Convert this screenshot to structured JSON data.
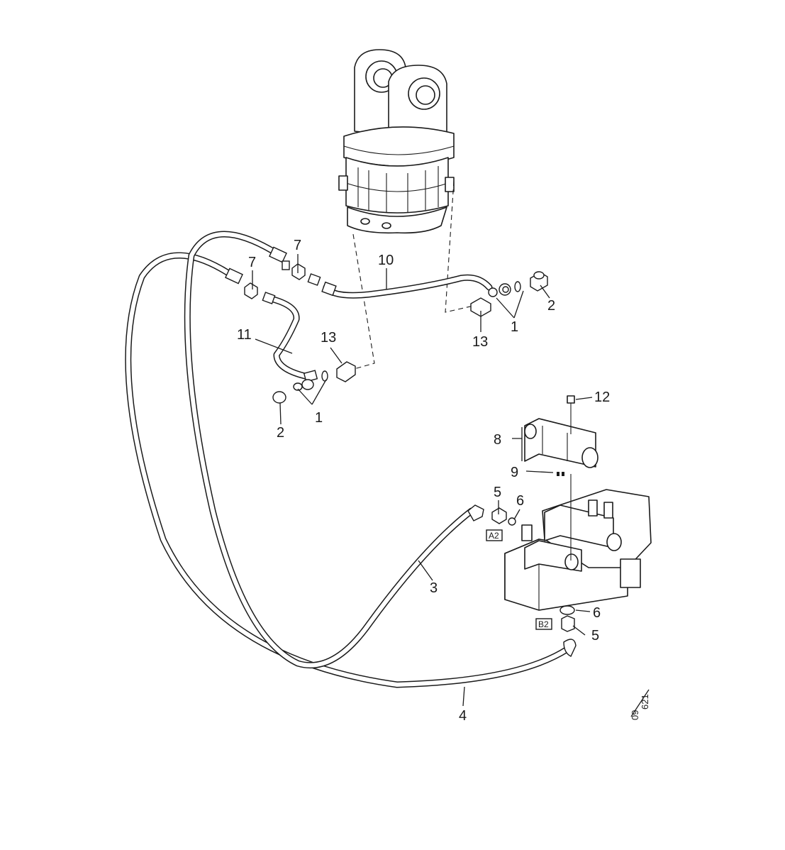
{
  "callouts": {
    "c1_right": "1",
    "c1_left": "1",
    "c2_right": "2",
    "c2_left": "2",
    "c3": "3",
    "c4": "4",
    "c5_top": "5",
    "c5_bottom": "5",
    "c6_top": "6",
    "c6_bottom": "6",
    "c7_top": "7",
    "c7_mid": "7",
    "c8": "8",
    "c9": "9",
    "c10": "10",
    "c11": "11",
    "c12": "12",
    "c13_left": "13",
    "c13_right": "13"
  },
  "port_tags": {
    "a2": "A2",
    "b2": "B2"
  },
  "drawing_ref": {
    "top": "09",
    "bottom": "621"
  }
}
